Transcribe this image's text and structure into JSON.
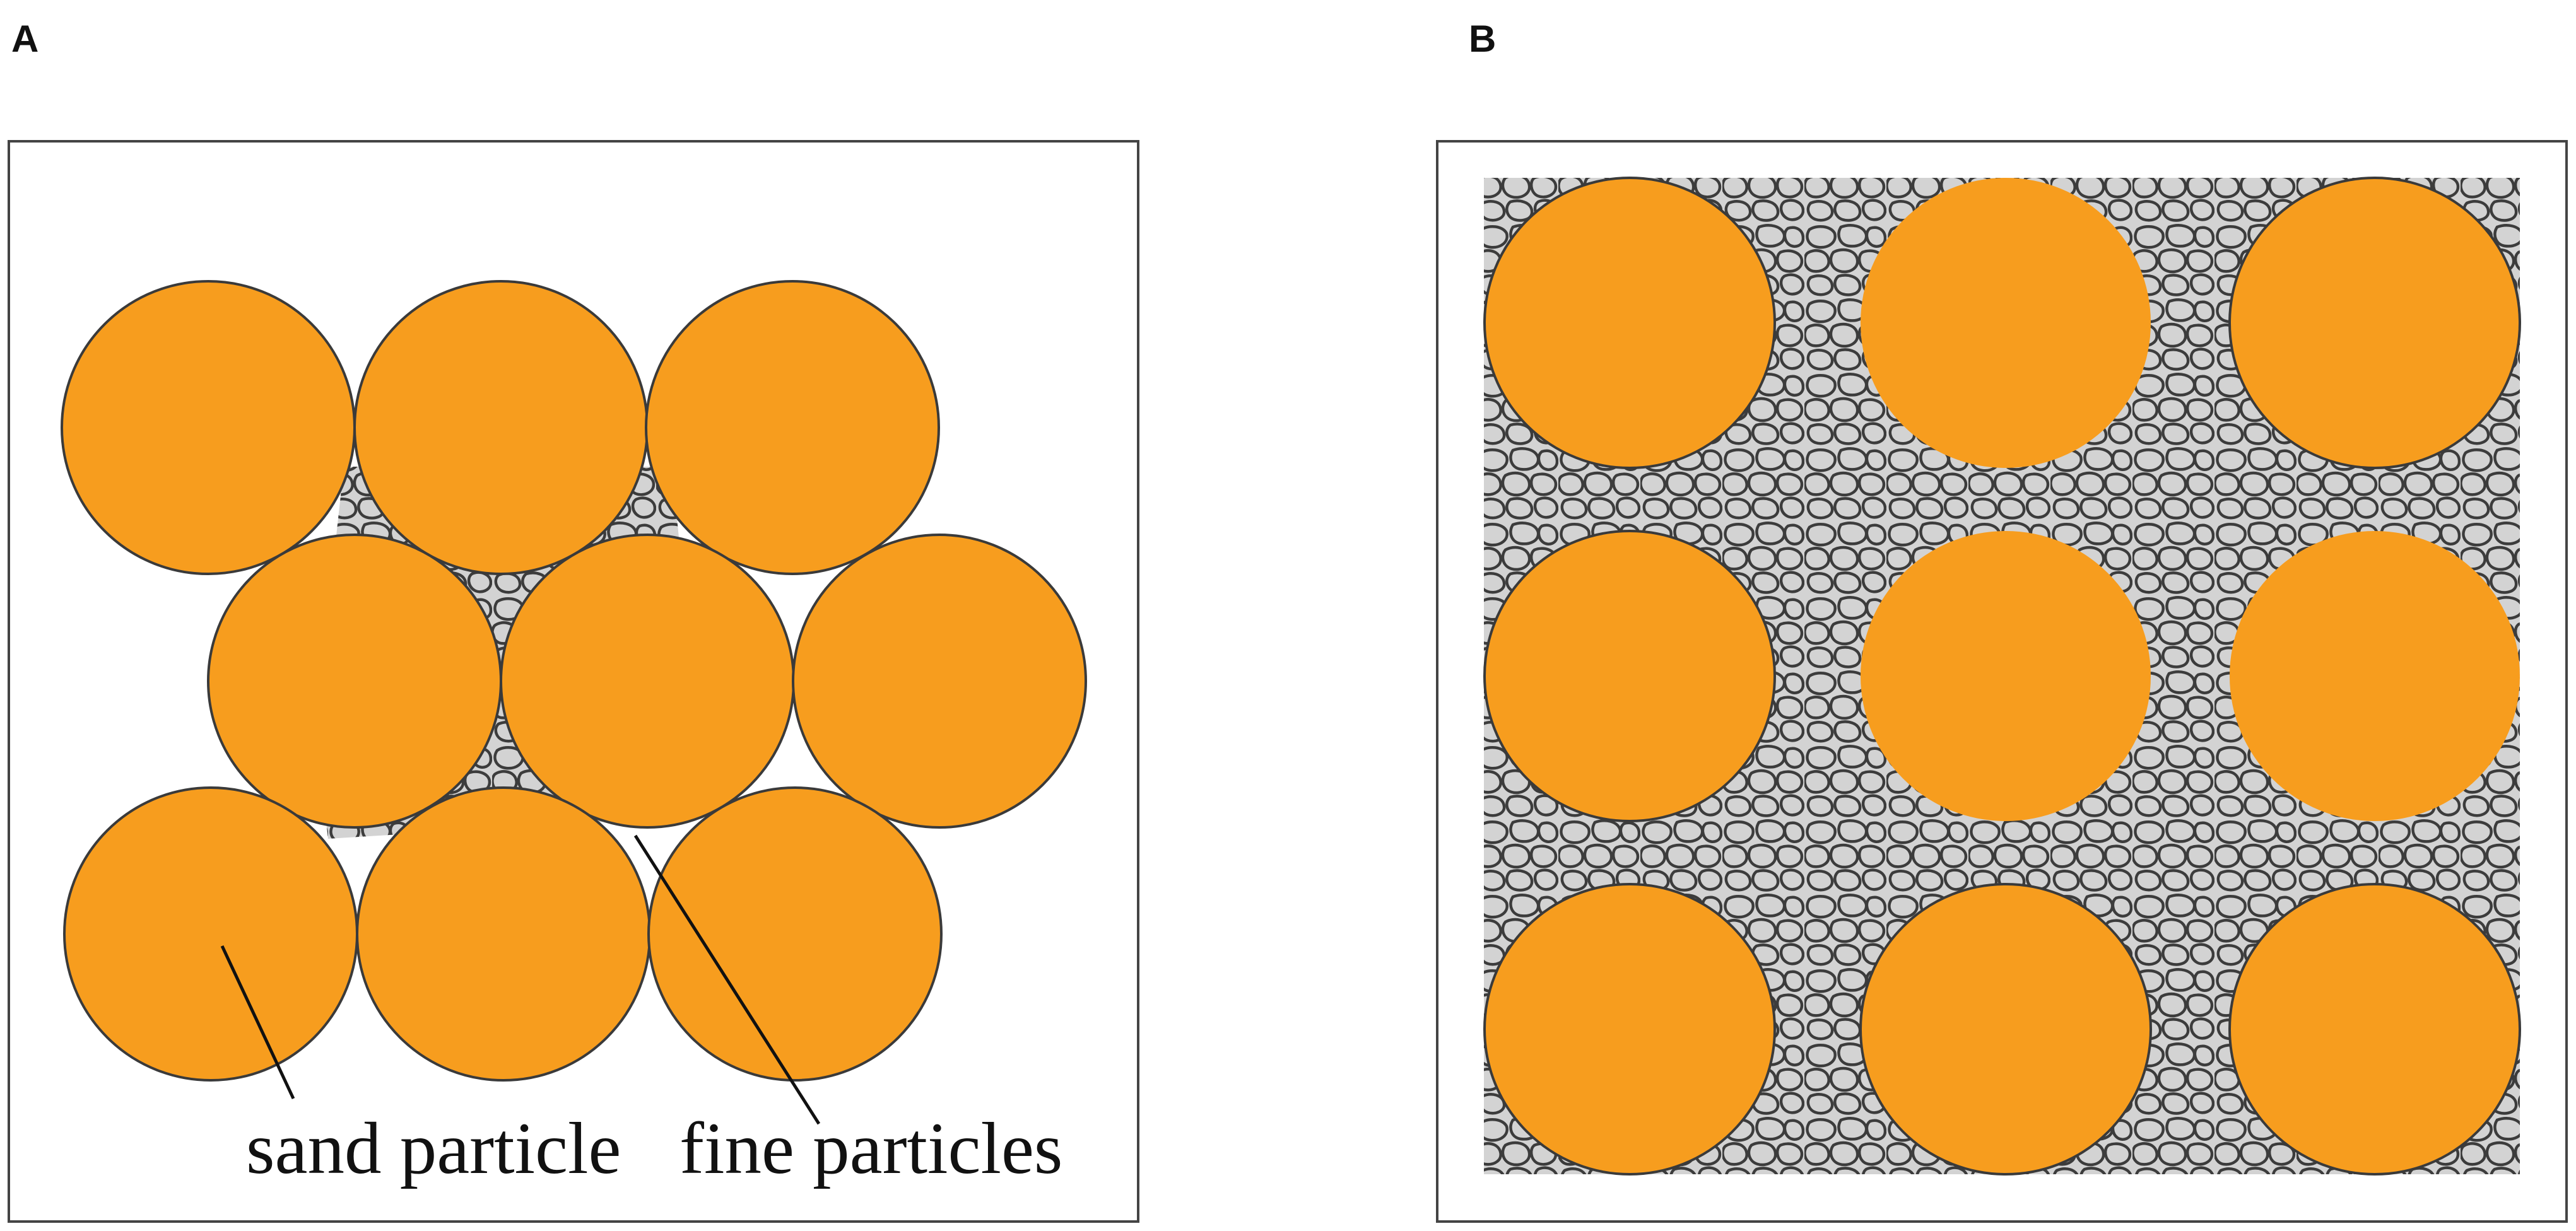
{
  "colors": {
    "sand": "#F79D1E",
    "fines": "#D3D3D3",
    "fines_outline": "#3C3C3C",
    "frame": "#444444"
  },
  "panel_a": {
    "letter": "A",
    "labels": {
      "sand": "sand particle",
      "fines": "fine particles"
    },
    "sand_count": 9
  },
  "panel_b": {
    "letter": "B",
    "sand_count": 9
  }
}
